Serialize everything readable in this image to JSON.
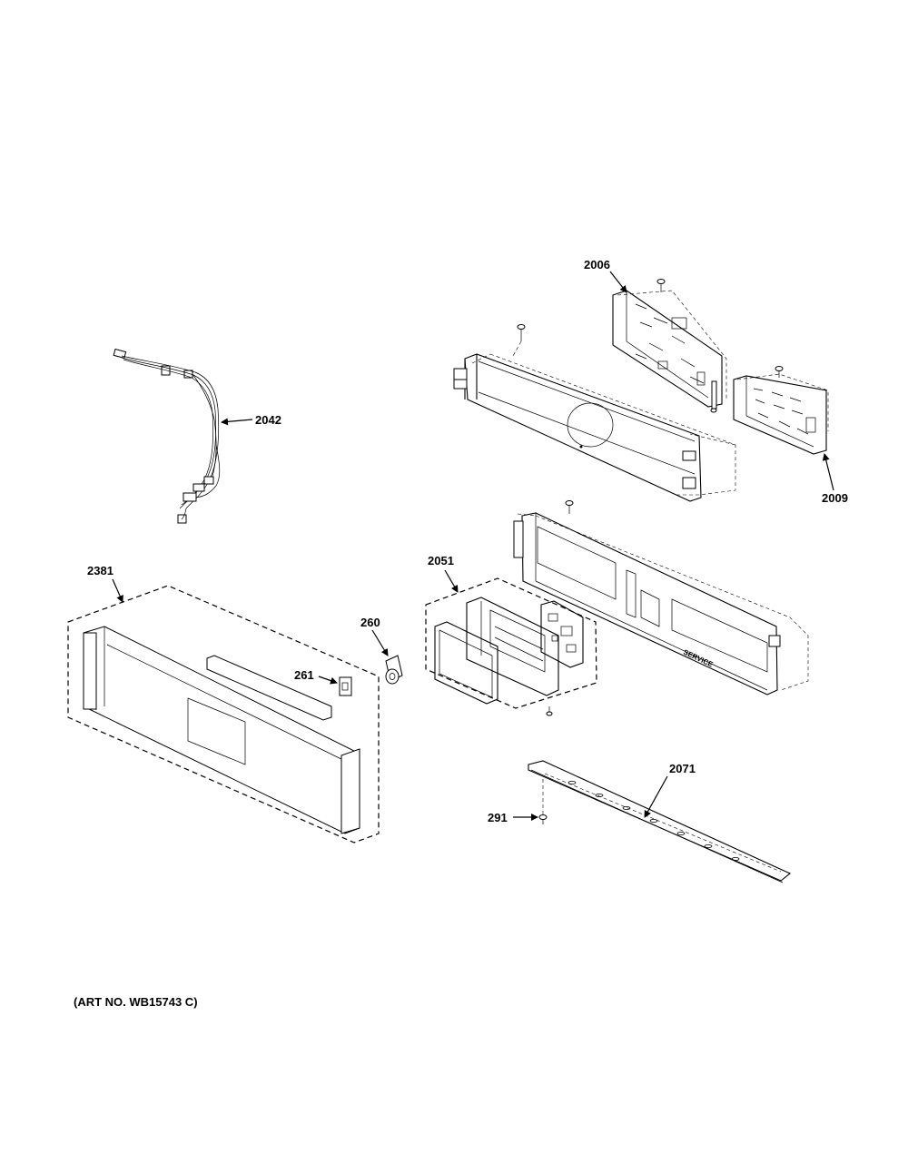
{
  "diagram": {
    "callouts": {
      "p2006": "2006",
      "p2009": "2009",
      "p2042": "2042",
      "p2051": "2051",
      "p2071": "2071",
      "p2381": "2381",
      "p260": "260",
      "p261": "261",
      "p291": "291"
    },
    "panel_marking": "SERVICE",
    "art_number": "(ART NO. WB15743 C)"
  }
}
